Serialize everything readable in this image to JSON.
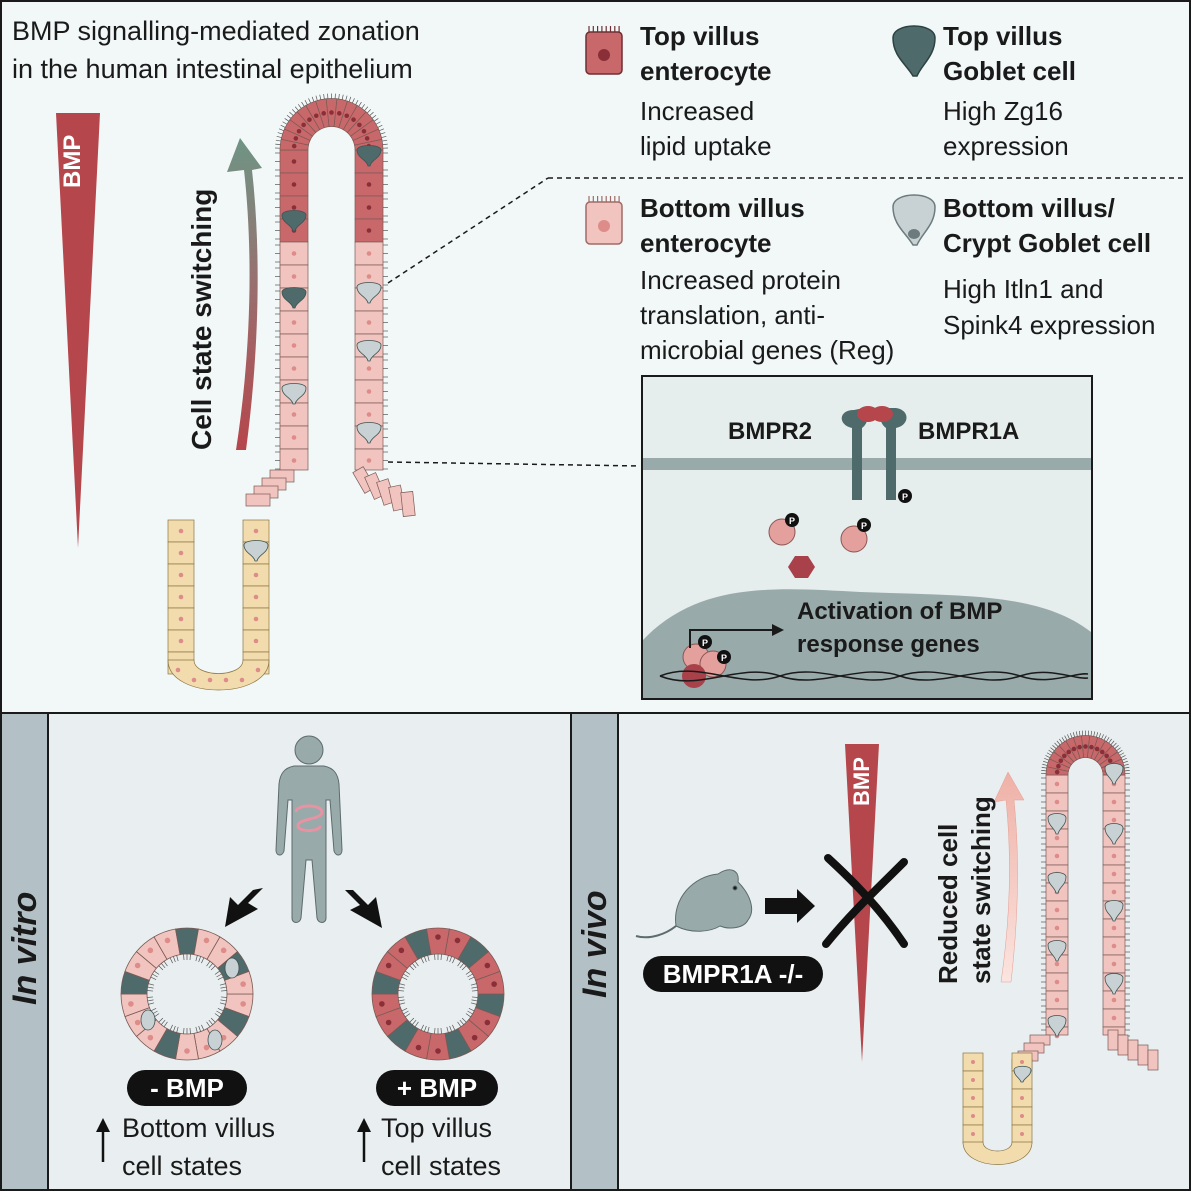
{
  "title": {
    "line1": "BMP signalling-mediated zonation",
    "line2": "in the human intestinal epithelium"
  },
  "gradient": {
    "label": "BMP"
  },
  "arrow": {
    "label": "Cell state switching"
  },
  "legend": [
    {
      "title1": "Top villus",
      "title2": "enterocyte",
      "desc1": "Increased",
      "desc2": "lipid uptake",
      "desc3": "",
      "icon": "top-villus-enterocyte-icon"
    },
    {
      "title1": "Top villus",
      "title2": "Goblet cell",
      "desc1": "High Zg16",
      "desc2": "expression",
      "desc3": "",
      "icon": "top-villus-goblet-cell-icon"
    },
    {
      "title1": "Bottom villus",
      "title2": "enterocyte",
      "desc1": "Increased protein",
      "desc2": "translation, anti-",
      "desc3": "microbial genes (Reg)",
      "icon": "bottom-villus-enterocyte-icon"
    },
    {
      "title1": "Bottom villus/",
      "title2": "Crypt Goblet cell",
      "desc1": "High Itln1 and",
      "desc2": "Spink4 expression",
      "desc3": "",
      "icon": "bottom-villus-goblet-cell-icon"
    }
  ],
  "signalling": {
    "receptor_left": "BMPR2",
    "receptor_right": "BMPR1A",
    "phospho": "P",
    "nucleus_line1": "Activation of BMP",
    "nucleus_line2": "response genes"
  },
  "in_vitro": {
    "label": "In vitro",
    "minus": {
      "pill": "- BMP",
      "line1": "Bottom villus",
      "line2": "cell states"
    },
    "plus": {
      "pill": "+ BMP",
      "line1": "Top villus",
      "line2": "cell states"
    }
  },
  "in_vivo": {
    "label": "In vivo",
    "knockout": "BMPR1A -/-",
    "bmp": "BMP",
    "arrow_line1": "Reduced cell",
    "arrow_line2": "state switching"
  },
  "colors": {
    "panel_bg": "#f2f8f8",
    "lower_bg": "#e9eff0",
    "tab": "#b3c1c6",
    "bmp_red": "#b5464c",
    "top_cell": "#c9686b",
    "bottom_cell": "#f1c4bf",
    "crypt_cell": "#f2dcae",
    "goblet_dark": "#4e6a6a",
    "goblet_light": "#c8d1d3",
    "nucleus": "#d88989",
    "signal_bg": "#e5eded",
    "nucleus_bg": "#98aaa9"
  }
}
